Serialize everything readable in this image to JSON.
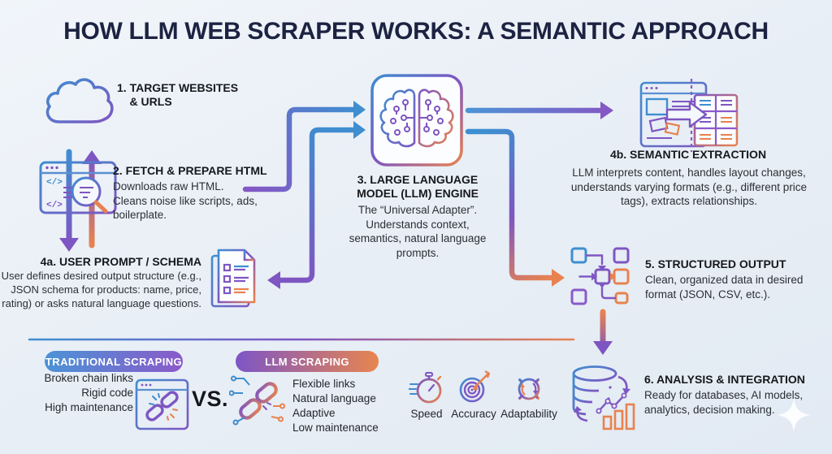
{
  "title": "HOW LLM WEB SCRAPER WORKS: A SEMANTIC APPROACH",
  "steps": {
    "s1": {
      "heading": "1. TARGET WEBSITES\n    & URLS"
    },
    "s2": {
      "heading": "2. FETCH & PREPARE HTML",
      "body": "Downloads raw HTML. Cleans noise like scripts, ads, boilerplate."
    },
    "s3": {
      "heading": "3. LARGE LANGUAGE\nMODEL (LLM) ENGINE",
      "body": "The “Universal Adapter”. Understands context, semantics, natural language prompts."
    },
    "s4a": {
      "heading": "4a. USER PROMPT / SCHEMA",
      "body": "User defines desired output structure (e.g., JSON schema for products: name, price, rating) or asks natural language questions."
    },
    "s4b": {
      "heading": "4b. SEMANTIC EXTRACTION",
      "body": "LLM interprets content, handles layout changes, understands varying formats (e.g., different price tags), extracts relationships."
    },
    "s5": {
      "heading": "5. STRUCTURED OUTPUT",
      "body": "Clean, organized data in desired format (JSON, CSV, etc.)."
    },
    "s6": {
      "heading": "6. ANALYSIS & INTEGRATION",
      "body": "Ready for databases, AI models, analytics, decision making."
    }
  },
  "comparison": {
    "traditional": {
      "badge": "TRADITIONAL SCRAPING",
      "points": [
        "Broken chain links",
        "Rigid code",
        "High maintenance"
      ],
      "icon": "broken-chain-browser-icon"
    },
    "vs": "VS.",
    "llm": {
      "badge": "LLM SCRAPING",
      "points": [
        "Flexible links",
        "Natural language",
        "Adaptive",
        "Low maintenance"
      ],
      "icon": "smart-chain-circuit-icon"
    }
  },
  "benefits": [
    {
      "label": "Speed",
      "icon": "stopwatch-icon"
    },
    {
      "label": "Accuracy",
      "icon": "target-dart-icon"
    },
    {
      "label": "Adaptability",
      "icon": "adaptive-gear-icon"
    }
  ],
  "icons": {
    "step1": "cloud-icon",
    "step2": "browser-code-search-icon",
    "step3": "brain-circuit-icon",
    "step4a": "documents-checklist-icon",
    "step4b": "webpage-to-table-icon",
    "step5": "flowchart-nodes-icon",
    "step6": "database-analytics-icon",
    "corner": "sparkle-icon"
  },
  "colors": {
    "blue": "#3E8ED0",
    "purple": "#7E56C2",
    "orange": "#E8824F",
    "title": "#1C2342",
    "text": "#2B2F36",
    "background": "#EAF0F6"
  }
}
